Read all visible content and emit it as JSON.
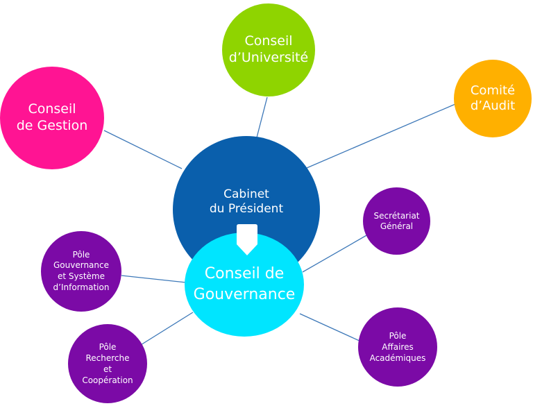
{
  "colors": {
    "conseil_universite": "#8fd400",
    "conseil_gestion": "#ff1493",
    "comite_audit": "#ffb000",
    "cabinet_president": "#0a5fac",
    "conseil_gouvernance": "#00e5ff",
    "poles": "#7b0aa6",
    "connector": "#3d78b8"
  },
  "nodes": {
    "conseil_universite": "Conseil\nd’Université",
    "conseil_gestion": "Conseil\nde Gestion",
    "comite_audit": "Comité\nd’Audit",
    "cabinet_president": "Cabinet\ndu Président",
    "conseil_gouvernance": "Conseil de\nGouvernance",
    "secretariat_general": "Secrétariat\nGénéral",
    "pole_gouvernance_si": "Pôle\nGouvernance\net Système\nd’Information",
    "pole_recherche_cooperation": "Pôle\nRecherche\net\nCoopération",
    "pole_affaires_academiques": "Pôle\nAffaires\nAcadémiques"
  }
}
